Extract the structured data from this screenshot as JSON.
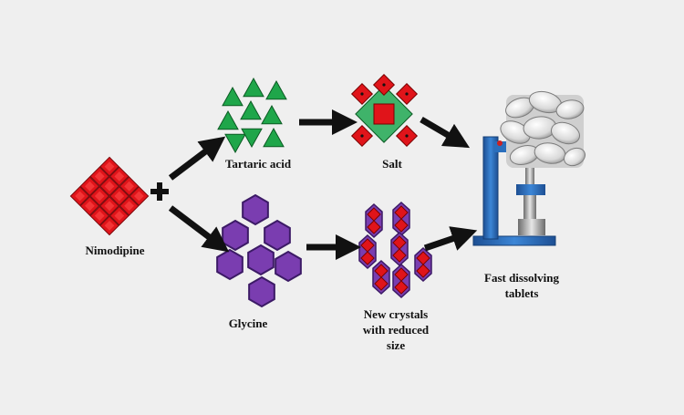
{
  "colors": {
    "background": "#efefef",
    "nimodipine_red": "#e0141a",
    "tartaric_green": "#1fa64a",
    "glycine_purple": "#7a3db0",
    "salt_green": "#3fb36a",
    "salt_red": "#e0141a",
    "arrow": "#111111",
    "press_blue": "#2a6fbd",
    "tablet_gray": "#d8d8d8"
  },
  "labels": {
    "nimodipine": "Nimodipine",
    "tartaric_acid": "Tartaric acid",
    "glycine": "Glycine",
    "salt": "Salt",
    "new_crystals": [
      "New crystals",
      "with reduced",
      "size"
    ],
    "fast_dissolving": [
      "Fast dissolving",
      "tablets"
    ]
  },
  "icons": {
    "plus": "plus-icon",
    "press": "tablet-press-icon",
    "tablets": "tablets-icon"
  }
}
